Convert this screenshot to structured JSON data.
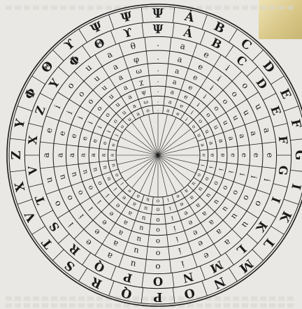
{
  "wheel": {
    "rings": [
      [
        "Ψ",
        "Ȧ",
        "B",
        "C",
        "D",
        "E",
        "F",
        "G",
        "I",
        "K",
        "L",
        "M",
        "N",
        "O",
        "P",
        "Q",
        "R",
        "S",
        "T",
        "V",
        "X",
        "Z",
        "Y",
        "Φ",
        "Θ",
        "ϒ",
        "Ψ",
        "Ψ"
      ],
      [
        "Ψ",
        "Ȧ",
        "B",
        "C",
        "D",
        "E",
        "F",
        "G",
        "I",
        "K",
        "L",
        "M",
        "N",
        "O",
        "P",
        "Q",
        "R",
        "S",
        "T",
        "V",
        "X",
        "Z",
        "Y",
        "Φ",
        "Θ",
        "ϒ"
      ],
      [
        ".",
        "a",
        "e",
        "i",
        "o",
        "u",
        "a",
        "e",
        "i",
        "o",
        "u",
        "a",
        "e",
        "i",
        "o",
        "u",
        "a",
        "e",
        "i",
        "o",
        "u",
        "a",
        "e",
        "i",
        "o",
        "u",
        "a",
        "θ"
      ],
      [
        ".",
        "a",
        "e",
        "i",
        "o",
        "u",
        "a",
        "e",
        "i",
        "o",
        "u",
        "a",
        "e",
        "i",
        "o",
        "u",
        "a",
        "e",
        "i",
        "o",
        "u",
        "a",
        "e",
        "i",
        "o",
        "u",
        "a",
        "φ"
      ],
      [
        ".",
        "a",
        "e",
        "i",
        "o",
        "u",
        "a",
        "e",
        "i",
        "o",
        "u",
        "a",
        "e",
        "i",
        "o",
        "u",
        "a",
        "e",
        "i",
        "o",
        "u",
        "a",
        "e",
        "i",
        "o",
        "u",
        "a",
        "ω"
      ],
      [
        ".",
        "a",
        "e",
        "i",
        "o",
        "u",
        "a",
        "e",
        "i",
        "o",
        "u",
        "a",
        "e",
        "i",
        "o",
        "u",
        "a",
        "e",
        "i",
        "o",
        "u",
        "a",
        "e",
        "i",
        "o",
        "u",
        "a",
        "χ"
      ],
      [
        ".",
        "a",
        "e",
        "i",
        "o",
        "u",
        "a",
        "e",
        "i",
        "o",
        "u",
        "a",
        "e",
        "i",
        "o",
        "u",
        "a",
        "e",
        "i",
        "o",
        "u",
        "a",
        "e",
        "i",
        "o",
        "u",
        "a",
        "ψ"
      ],
      [
        ".",
        "a",
        "e",
        "i",
        "o",
        "u",
        "a",
        "e",
        "i",
        "o",
        "u",
        "a",
        "e",
        "i",
        "o",
        "u",
        "a",
        "e",
        "i",
        "o",
        "u",
        "a",
        "e",
        "i",
        "o",
        "u",
        "a",
        "ω"
      ],
      [
        ".",
        "a",
        "e",
        "i",
        "o",
        "u",
        "a",
        "e",
        "i",
        "o",
        "u",
        "a",
        "e",
        "i",
        "o",
        "u",
        "a",
        "e",
        "i",
        "o",
        "u",
        "a",
        "e",
        "i",
        "o",
        "u",
        "a",
        "o"
      ]
    ]
  },
  "colors": {
    "ink": "#1b1b1b",
    "paper": "#e9e8e4"
  }
}
